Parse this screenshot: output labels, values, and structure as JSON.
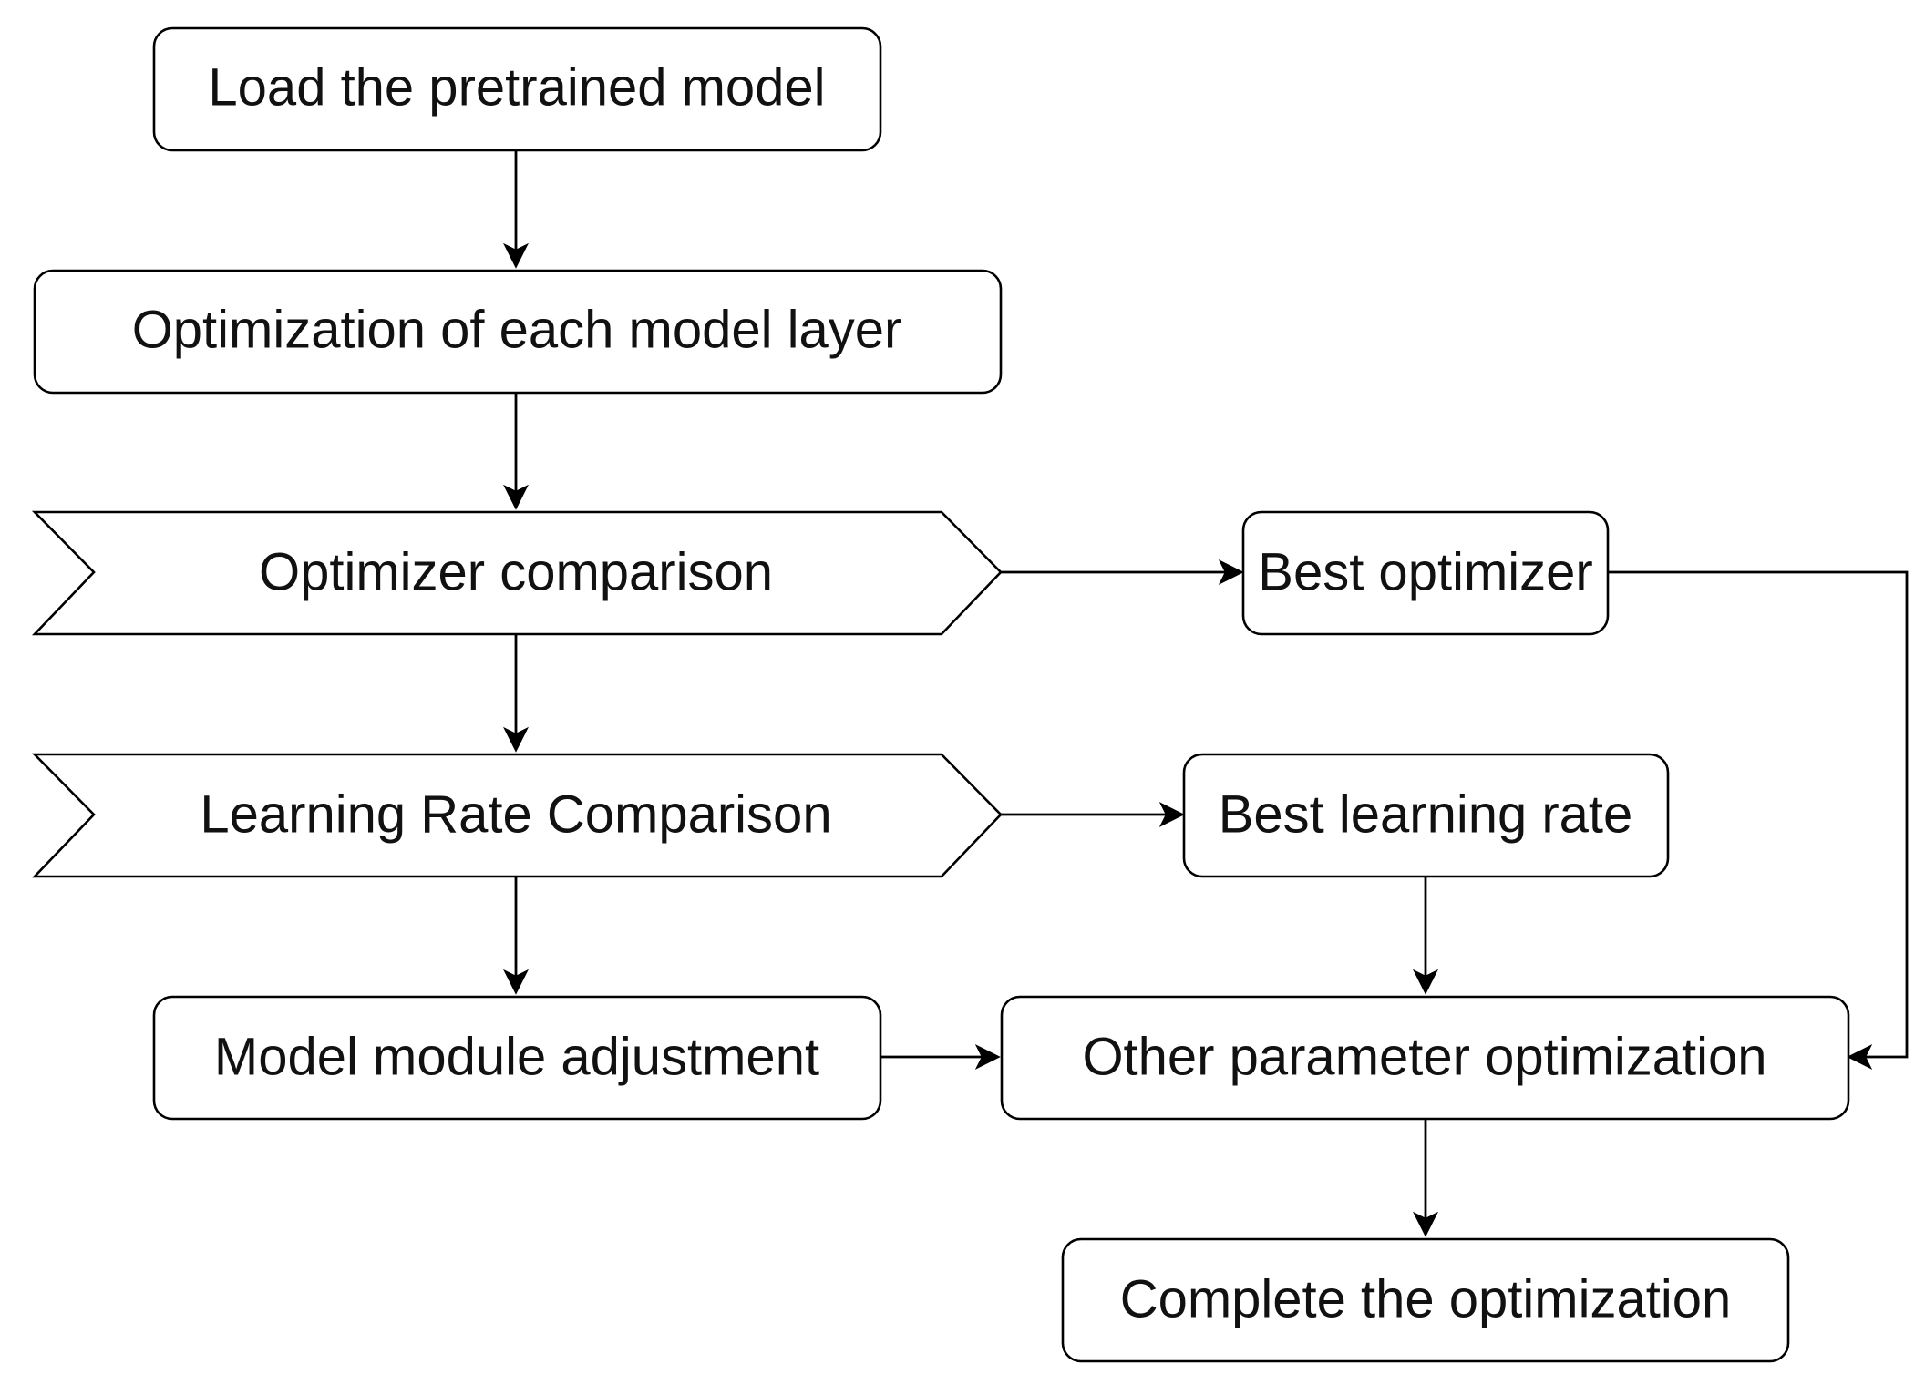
{
  "nodes": {
    "load_model": "Load the pretrained model",
    "layer_optimization": "Optimization of each model layer",
    "optimizer_comparison": "Optimizer comparison",
    "best_optimizer": "Best optimizer",
    "lr_comparison": "Learning Rate Comparison",
    "best_lr": "Best learning rate",
    "module_adjustment": "Model module adjustment",
    "other_params": "Other parameter optimization",
    "complete": "Complete the optimization"
  },
  "edges": [
    {
      "from": "load_model",
      "to": "layer_optimization"
    },
    {
      "from": "layer_optimization",
      "to": "optimizer_comparison"
    },
    {
      "from": "optimizer_comparison",
      "to": "best_optimizer"
    },
    {
      "from": "optimizer_comparison",
      "to": "lr_comparison"
    },
    {
      "from": "lr_comparison",
      "to": "best_lr"
    },
    {
      "from": "lr_comparison",
      "to": "module_adjustment"
    },
    {
      "from": "best_optimizer",
      "to": "other_params"
    },
    {
      "from": "best_lr",
      "to": "other_params"
    },
    {
      "from": "module_adjustment",
      "to": "other_params"
    },
    {
      "from": "other_params",
      "to": "complete"
    }
  ]
}
